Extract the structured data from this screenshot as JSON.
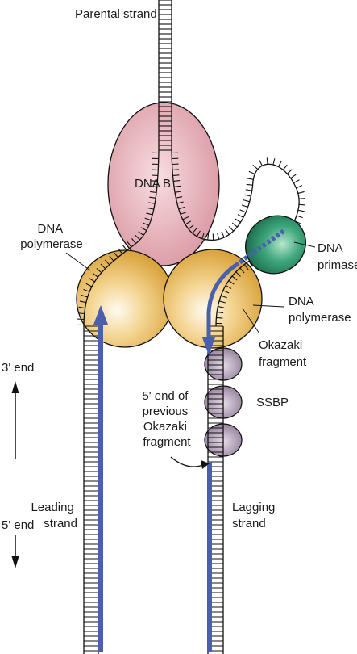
{
  "labels": {
    "parental_strand": "Parental strand",
    "dna_b": "DNA B",
    "dna_polymerase_left": [
      "DNA",
      "polymerase"
    ],
    "dna_polymerase_right": [
      "DNA",
      "polymerase"
    ],
    "dna_primase": [
      "DNA",
      "primase"
    ],
    "okazaki_fragment": [
      "Okazaki",
      "fragment"
    ],
    "ssbp": "SSBP",
    "previous_okazaki": [
      "5' end of",
      "previous",
      "Okazaki",
      "fragment"
    ],
    "three_prime_end": "3' end",
    "five_prime_end": "5' end",
    "leading_strand": [
      "Leading",
      "strand"
    ],
    "lagging_strand": [
      "Lagging",
      "strand"
    ]
  },
  "colors": {
    "new_strand": "#4a5fae",
    "dna_b_fill": "#e7b3bb",
    "polymerase_fill": "#ecc266",
    "primase_fill": "#2f9a72",
    "ssbp_fill": "#a794ad",
    "backbone": "#111111"
  }
}
